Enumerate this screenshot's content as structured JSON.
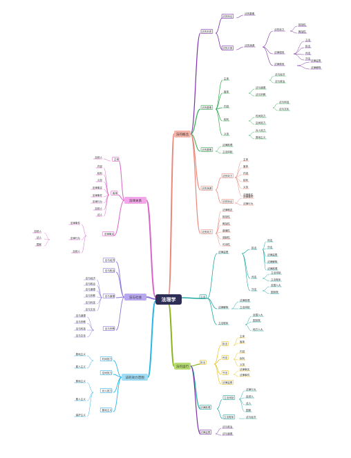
{
  "center": {
    "label": "法理学",
    "color": "#2d2d55"
  },
  "colors": {
    "purple": "#7b2ea8",
    "salmon": "#e9877a",
    "green": "#2ca84a",
    "teal": "#1aa7a0",
    "olive": "#86b41a",
    "pink": "#d964c8",
    "violet": "#8b73d9",
    "sky": "#29b5e8",
    "yellow": "#e8c21e"
  },
  "branches": {
    "concept": {
      "label": "法的概念",
      "nodes": [
        "法的本质",
        "法的特征",
        "法的分类",
        "法的要素",
        "法的渊源",
        "法的效力"
      ]
    },
    "structure": {
      "label": "法的要素",
      "nodes": [
        "法律规则",
        "法律原则",
        "法律概念",
        "规范性",
        "概括性",
        "普遍性",
        "强制性",
        "可诉性"
      ]
    },
    "operation": {
      "label": "法的运行",
      "nodes": [
        "立法",
        "执法",
        "司法",
        "守法",
        "法律监督",
        "法律解释",
        "法律推理",
        "立法体制",
        "立法程序",
        "全国人大",
        "国务院",
        "地方人大"
      ]
    },
    "relations": {
      "label": "法律关系",
      "nodes": [
        "主体",
        "客体",
        "内容",
        "权利",
        "义务",
        "法律事实",
        "法律事件",
        "法律行为",
        "自然人",
        "法人",
        "国家"
      ]
    },
    "history": {
      "label": "法与社会",
      "nodes": [
        "法与经济",
        "法与政治",
        "法与道德",
        "法与宗教",
        "法与科技",
        "法与文化"
      ]
    },
    "effect": {
      "label": "法的效力范围",
      "nodes": [
        "时间效力",
        "空间效力",
        "对人效力",
        "属地主义",
        "属人主义",
        "保护主义"
      ]
    }
  }
}
